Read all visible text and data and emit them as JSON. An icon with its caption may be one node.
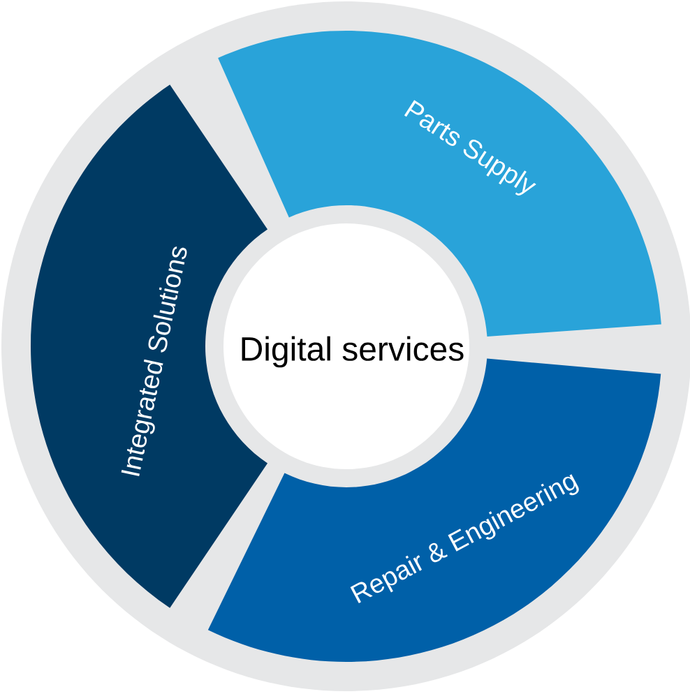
{
  "diagram": {
    "nodes": [
      {
        "text": [
          "Parts Supply"
        ]
      },
      {
        "text": [
          "Integrated Solutions"
        ]
      },
      {
        "text": [
          "Digital services"
        ]
      },
      {
        "text": [
          "Repair & Engineering"
        ]
      }
    ]
  }
}
